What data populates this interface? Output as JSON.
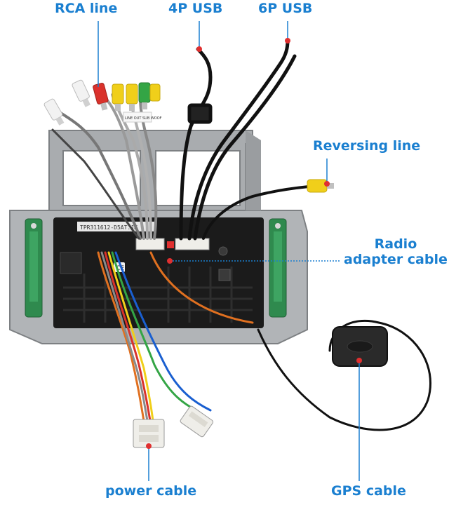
{
  "labels": {
    "rca_line": "RCA line",
    "usb_4p": "4P USB",
    "usb_6p": "6P USB",
    "reversing_line": "Reversing line",
    "radio_adapter_line1": "Radio",
    "radio_adapter_line2": "adapter cable",
    "power_cable": "power cable",
    "gps_cable": "GPS cable"
  },
  "printed_text": {
    "chassis_sticker_code": "TPR311612-D5AT.JK",
    "rca_tag_text": "LINE OUT SUB WOOF"
  },
  "colors": {
    "label_blue": "#1a7fd0",
    "pointer_dot_red": "#e03030",
    "frame_gray": "#a9acaf",
    "chassis_black": "#1b1b1b",
    "pcb_green": "#2f8a4e",
    "connector_white": "#efeee9",
    "rca_white": "#f2f2f2",
    "rca_red": "#d9322b",
    "rca_yellow": "#f0cf1a",
    "rca_green": "#34a545",
    "wire_orange": "#e07020",
    "wire_gray": "#8a8a8a",
    "cable_black": "#111111"
  },
  "icons": {
    "gps_antenna": "gps-antenna-puck",
    "usb_4p_plug": "usb-plug",
    "usb_6p_plug": "usb-plug",
    "rca_plugs": "rca-connector",
    "reversing_plug": "rca-connector",
    "power_harness": "wiring-harness-connector",
    "radio_plug": "radio-adapter-plug"
  }
}
